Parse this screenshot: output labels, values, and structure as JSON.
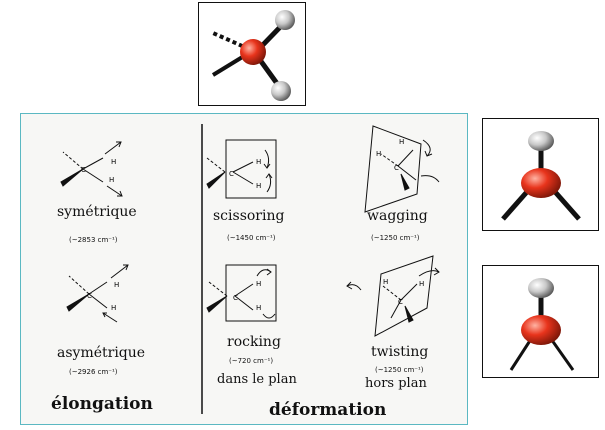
{
  "stretching": {
    "group_label": "élongation",
    "modes": [
      {
        "name": "symétrique",
        "wavenumber": "(~2853 cm⁻¹)"
      },
      {
        "name": "asymétrique",
        "wavenumber": "(~2926 cm⁻¹)"
      }
    ]
  },
  "bending": {
    "group_label": "déformation",
    "in_plane": {
      "label": "dans le plan",
      "modes": [
        {
          "name": "scissoring",
          "wavenumber": "(~1450 cm⁻¹)"
        },
        {
          "name": "rocking",
          "wavenumber": "(~720 cm⁻¹)"
        }
      ]
    },
    "out_of_plane": {
      "label": "hors plan",
      "modes": [
        {
          "name": "wagging",
          "wavenumber": "(~1250 cm⁻¹)"
        },
        {
          "name": "twisting",
          "wavenumber": "(~1250 cm⁻¹)"
        }
      ]
    }
  },
  "atoms": {
    "carbon": "C",
    "hydrogen": "H"
  },
  "colors": {
    "panel_border": "#5bb8c2",
    "carbon_red": "#e8341c",
    "hydrogen_grey": "#c8c8c8"
  }
}
